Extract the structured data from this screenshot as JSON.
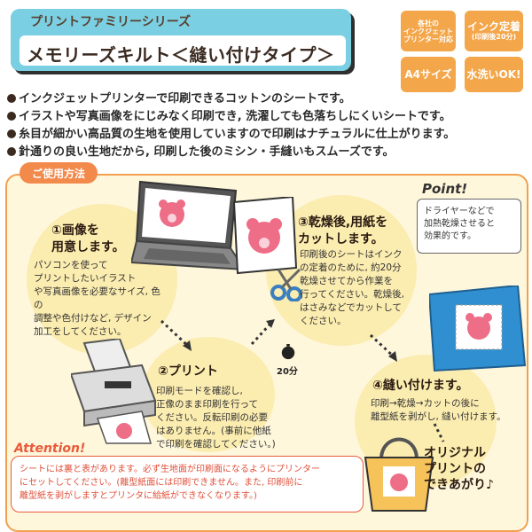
{
  "header": {
    "series": "プリントファミリーシリーズ",
    "title": "メモリーズキルト＜縫い付けタイプ＞",
    "badges": [
      {
        "lines": [
          "各社の",
          "インクジェット",
          "プリンター対応"
        ]
      },
      {
        "lines": [
          "インク定着",
          "(印刷後20分)"
        ]
      },
      {
        "lines": [
          "A4サイズ"
        ]
      },
      {
        "lines": [
          "水洗いOK!"
        ]
      }
    ]
  },
  "features": [
    "インクジェットプリンターで印刷できるコットンのシートです。",
    "イラストや写真画像をにじみなく印刷でき, 洗濯しても色落ちしにくいシートです。",
    "糸目が細かい高品質の生地を使用していますので印刷はナチュラルに仕上がります。",
    "針通りの良い生地だから, 印刷した後のミシン・手縫いもスムーズです。"
  ],
  "howto": {
    "tab": "ご使用方法",
    "steps": [
      {
        "title": [
          "①画像を",
          "用意します。"
        ],
        "text": [
          "パソコンを使って",
          "プリントしたいイラスト",
          "や写真画像を必要なサイズ, 色の",
          "調整や色付けなど, デザイン",
          "加工をしてください。"
        ]
      },
      {
        "title": [
          "②プリント"
        ],
        "text": [
          "印刷モードを確認し,",
          "正像のまま印刷を行って",
          "ください。反転印刷の必要",
          "はありません。(事前に他紙",
          "で印刷を確認してください。)"
        ]
      },
      {
        "title": [
          "③乾燥後,用紙を",
          "カットします。"
        ],
        "text": [
          "印刷後のシートはインク",
          "の定着のために, 約20分",
          "乾燥させてから作業を",
          "行ってください。乾燥後,",
          "はさみなどでカットして",
          "ください。"
        ]
      },
      {
        "title": [
          "④縫い付けます。"
        ],
        "text": [
          "印刷→乾燥→カットの後に",
          "離型紙を剥がし, 縫い付けます。"
        ]
      }
    ],
    "dry_time": "20分",
    "point_label": "Point!",
    "point_text": [
      "ドライヤーなどで",
      "加熱乾燥させると",
      "効果的です。"
    ],
    "attention_label": "Attention!",
    "attention_text": [
      "シートには裏と表があります。必ず生地面が印刷面になるようにプリンター",
      "にセットしてください。(離型紙面には印刷できません。また, 印刷前に",
      "離型紙を剥がしますとプリンタに給紙ができなくなります。)"
    ],
    "finish": [
      "オリジナル",
      "プリントの",
      "できあがり♪"
    ]
  },
  "colors": {
    "accent": "#f28a4c",
    "badge": "#f4a64a",
    "panel": "#fff7dc",
    "title_box": "#7ad0e2"
  }
}
